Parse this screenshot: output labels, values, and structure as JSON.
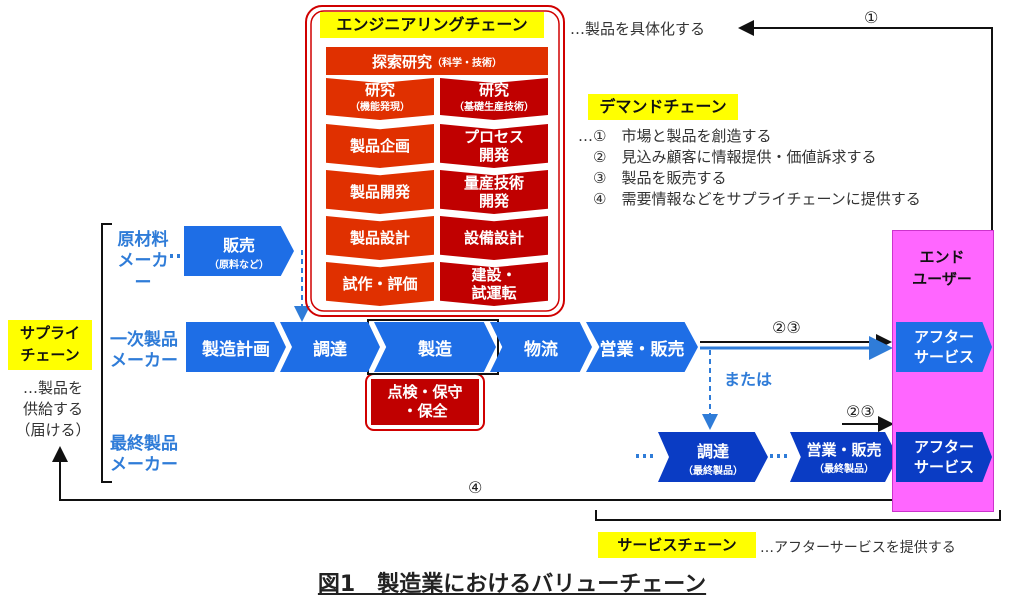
{
  "engineering": {
    "title": "エンジニアリングチェーン",
    "note": "…製品を具体化する",
    "explore": "探索研究",
    "explore_sub": "（科学・技術）",
    "left_col": [
      {
        "label": "研究",
        "sub": "（機能発現）"
      },
      {
        "label": "製品企画",
        "sub": ""
      },
      {
        "label": "製品開発",
        "sub": ""
      },
      {
        "label": "製品設計",
        "sub": ""
      },
      {
        "label": "試作・評価",
        "sub": ""
      }
    ],
    "right_col": [
      {
        "label": "研究",
        "sub": "（基礎生産技術）"
      },
      {
        "label": "プロセス\n開発",
        "sub": ""
      },
      {
        "label": "量産技術\n開発",
        "sub": ""
      },
      {
        "label": "設備設計",
        "sub": ""
      },
      {
        "label": "建設・\n試運転",
        "sub": ""
      }
    ],
    "inspection": "点検・保守\n・保全"
  },
  "demand": {
    "title": "デマンドチェーン",
    "items": [
      "…①　市場と製品を創造する",
      "　②　見込み顧客に情報提供・価値訴求する",
      "　③　製品を販売する",
      "　④　需要情報などをサプライチェーンに提供する"
    ]
  },
  "supply": {
    "title": "サプライ\nチェーン",
    "note": "…製品を\n供給する\n（届ける）",
    "raw_maker": "原材料\nメーカー",
    "primary_maker": "一次製品\nメーカー",
    "final_maker": "最終製品\nメーカー",
    "sales_raw": "販売",
    "sales_raw_sub": "（原料など）",
    "primary_steps": [
      "製造計画",
      "調達",
      "製造",
      "物流",
      "営業・販売"
    ],
    "or_label": "または",
    "final_steps": [
      {
        "label": "調達",
        "sub": "（最終製品）"
      },
      {
        "label": "営業・販売",
        "sub": "（最終製品）"
      }
    ],
    "dots": "…"
  },
  "end_user": {
    "title": "エンド\nユーザー",
    "after1": "アフター\nサービス",
    "after2": "アフター\nサービス"
  },
  "arrows": {
    "a1": "①",
    "a23_top": "②③",
    "a23_bottom": "②③",
    "a4": "④"
  },
  "service": {
    "title": "サービスチェーン",
    "note": "…アフターサービスを提供する"
  },
  "caption": "図1　製造業におけるバリューチェーン"
}
